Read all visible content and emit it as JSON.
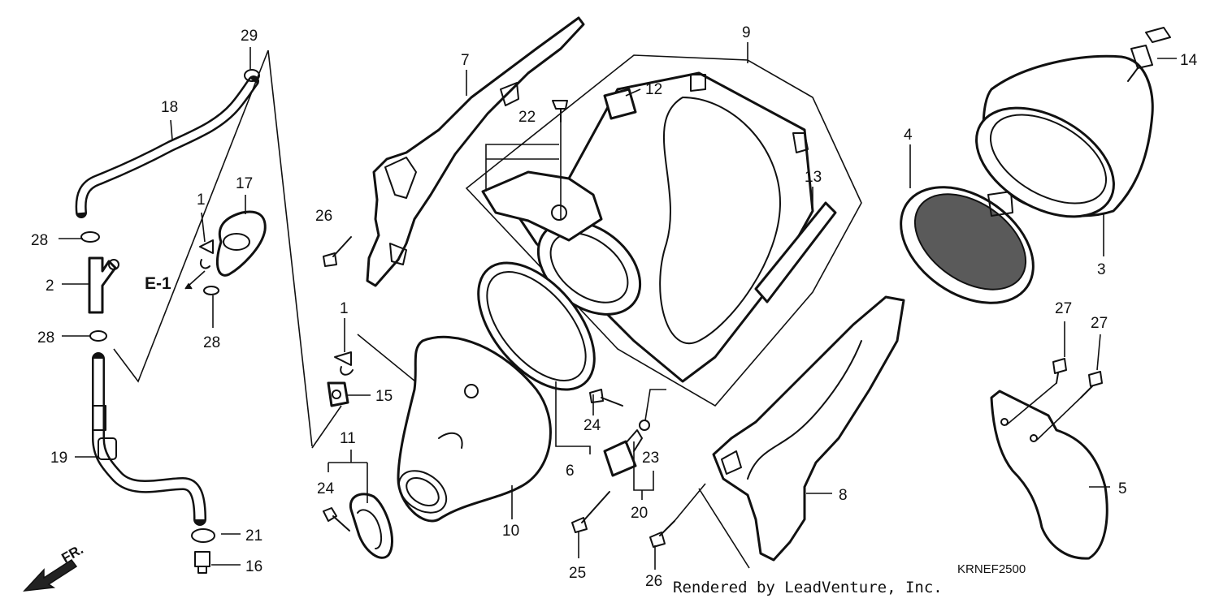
{
  "diagram": {
    "callouts": [
      {
        "id": "c29",
        "label": "29"
      },
      {
        "id": "c18",
        "label": "18"
      },
      {
        "id": "c28a",
        "label": "28"
      },
      {
        "id": "c2",
        "label": "2"
      },
      {
        "id": "c28b",
        "label": "28"
      },
      {
        "id": "c19",
        "label": "19"
      },
      {
        "id": "c1a",
        "label": "1"
      },
      {
        "id": "c17",
        "label": "17"
      },
      {
        "id": "c28c",
        "label": "28"
      },
      {
        "id": "c1b",
        "label": "1"
      },
      {
        "id": "c15",
        "label": "15"
      },
      {
        "id": "c11",
        "label": "11"
      },
      {
        "id": "c24a",
        "label": "24"
      },
      {
        "id": "c21",
        "label": "21"
      },
      {
        "id": "c16",
        "label": "16"
      },
      {
        "id": "c7",
        "label": "7"
      },
      {
        "id": "c26a",
        "label": "26"
      },
      {
        "id": "c22",
        "label": "22"
      },
      {
        "id": "c12",
        "label": "12"
      },
      {
        "id": "c9",
        "label": "9"
      },
      {
        "id": "c13",
        "label": "13"
      },
      {
        "id": "c10",
        "label": "10"
      },
      {
        "id": "c24b",
        "label": "24"
      },
      {
        "id": "c6",
        "label": "6"
      },
      {
        "id": "c23",
        "label": "23"
      },
      {
        "id": "c20",
        "label": "20"
      },
      {
        "id": "c25",
        "label": "25"
      },
      {
        "id": "c26b",
        "label": "26"
      },
      {
        "id": "c8",
        "label": "8"
      },
      {
        "id": "c14",
        "label": "14"
      },
      {
        "id": "c4",
        "label": "4"
      },
      {
        "id": "c3",
        "label": "3"
      },
      {
        "id": "c27a",
        "label": "27"
      },
      {
        "id": "c27b",
        "label": "27"
      },
      {
        "id": "c5",
        "label": "5"
      }
    ],
    "reference": "E-1",
    "direction": "FR.",
    "diagram_code": "KRNEF2500",
    "credit": "Rendered by LeadVenture, Inc."
  }
}
